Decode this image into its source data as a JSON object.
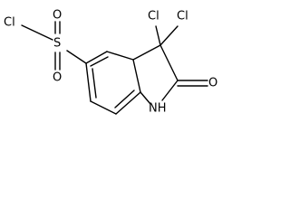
{
  "molecule": {
    "atoms": {
      "cl_sulfonyl": "Cl",
      "s": "S",
      "o_upper": "O",
      "o_lower": "O",
      "cl_top_left": "Cl",
      "cl_top_right": "Cl",
      "o_carbonyl": "O",
      "nh": "NH"
    }
  }
}
